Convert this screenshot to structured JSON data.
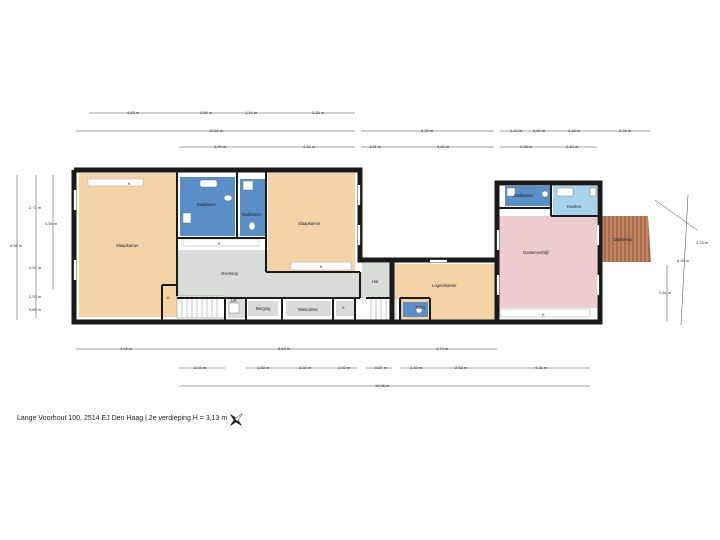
{
  "caption": "Lange Voorhout 100, 2514 EJ Den Haag | 2e verdieping  H = 3,13 m",
  "rooms": {
    "slaapkamer_1": "Slaapkamer",
    "badkamer": "Badkamer",
    "badkamer_2": "Badkamer",
    "slaapkamer_2": "Slaapkamer",
    "overloop": "Overloop",
    "lift": "Lift",
    "berging": "Berging",
    "wasruimte": "Wasruimte",
    "hal": "Hal",
    "logeerkamer": "Logeerkamer",
    "toilet": "Toilet",
    "gastenverblijf": "Gastenverblijf",
    "badkamer_3": "Badkamer",
    "keuken": "Keuken",
    "dakterras": "Dakterras",
    "k": "K"
  },
  "dimensions": {
    "top_row1": [
      "4,53 m",
      "2,54 m",
      "1,14 m",
      "3,33 m"
    ],
    "top_row2": [
      "12,61 m",
      "8,29 m",
      "1,13 m",
      "0,89 m",
      "2,18 m",
      "2,21 m"
    ],
    "top_row3": [
      "3,99 m",
      "4,10 m",
      "1,31 m",
      "4,82 m",
      "2,08 m",
      "2,10 m"
    ],
    "left_col1": [
      "2,73 m",
      "2,57 m",
      "2,03 m",
      "0,89 m"
    ],
    "left_col2": [
      "4,54 m",
      "6,68 m"
    ],
    "bottom_row1": [
      "4,45 m",
      "5,63 m",
      "4,74 m"
    ],
    "bottom_row2": [
      "2,04 m",
      "1,53 m",
      "2,30 m",
      "1,02 m",
      "0,87 m",
      "1,10 m",
      "2,82 m",
      "4,31 m"
    ],
    "bottom_total": "19,06 m",
    "right_col": [
      "2,13 m",
      "6,26 m",
      "2,61 m"
    ]
  },
  "colors": {
    "bedroom": "#f4d4a6",
    "bathroom": "#5a8ec6",
    "hall": "#d9dcd9",
    "guest": "#eecbcf",
    "kitchen": "#a8d3ec",
    "terrace": "#b97a5a",
    "wall": "#1a1a1a"
  }
}
